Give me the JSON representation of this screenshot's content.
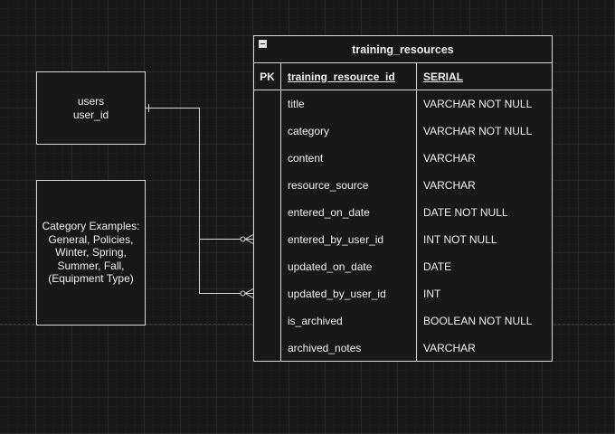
{
  "users_entity": {
    "line1": "users",
    "line2": "user_id"
  },
  "note": {
    "lines": [
      "Category Examples:",
      "General, Policies,",
      "Winter, Spring,",
      "Summer, Fall,",
      "(Equipment Type)"
    ]
  },
  "table": {
    "title": "training_resources",
    "pk_label": "PK",
    "key_column": {
      "name": "training_resource_id",
      "type": "SERIAL"
    },
    "columns": [
      {
        "name": "title",
        "type": "VARCHAR NOT NULL"
      },
      {
        "name": "category",
        "type": "VARCHAR NOT NULL"
      },
      {
        "name": "content",
        "type": "VARCHAR"
      },
      {
        "name": "resource_source",
        "type": "VARCHAR"
      },
      {
        "name": "entered_on_date",
        "type": "DATE NOT NULL"
      },
      {
        "name": "entered_by_user_id",
        "type": "INT NOT NULL"
      },
      {
        "name": "updated_on_date",
        "type": "DATE"
      },
      {
        "name": "updated_by_user_id",
        "type": "INT"
      },
      {
        "name": "is_archived",
        "type": "BOOLEAN NOT NULL"
      },
      {
        "name": "archived_notes",
        "type": "VARCHAR"
      }
    ]
  },
  "colors": {
    "background": "#181818",
    "stroke": "#d8d8d8",
    "text": "#f0f0f0"
  },
  "relationships": [
    {
      "from": "users.user_id",
      "to": "training_resources.entered_by_user_id",
      "from_end": "one",
      "to_end": "zero-or-many"
    },
    {
      "from": "users.user_id",
      "to": "training_resources.updated_by_user_id",
      "from_end": "one",
      "to_end": "zero-or-many"
    }
  ]
}
